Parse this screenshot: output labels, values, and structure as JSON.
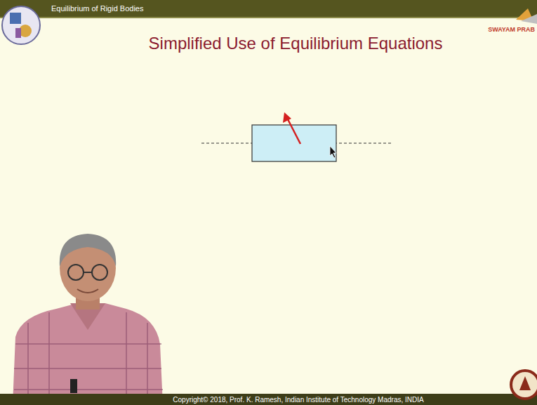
{
  "diagram": {
    "title": "Simplified Use of Equilibrium Equations",
    "labels": [
      "Equilibrium of Rigid Bodies",
      "SWAYAM PRAB",
      "Copyright© 2018, Prof. K. Ramesh, Indian Institute of Technology Madras, INDIA"
    ]
  }
}
